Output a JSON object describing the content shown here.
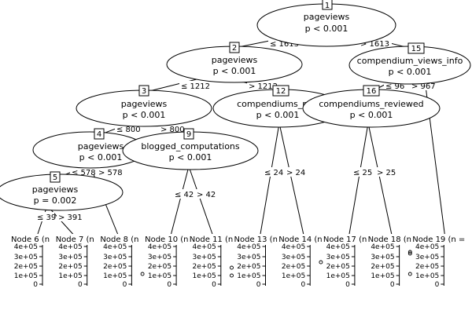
{
  "tree": {
    "inner_nodes": [
      {
        "id": "1",
        "variable": "pageviews",
        "pvalue": "p < 0.001"
      },
      {
        "id": "2",
        "variable": "pageviews",
        "pvalue": "p < 0.001"
      },
      {
        "id": "15",
        "variable": "compendium_views_info",
        "pvalue": "p < 0.001"
      },
      {
        "id": "3",
        "variable": "pageviews",
        "pvalue": "p < 0.001"
      },
      {
        "id": "12",
        "variable": "compendiums_revi",
        "pvalue": "p < 0.001"
      },
      {
        "id": "16",
        "variable": "compendiums_reviewed",
        "pvalue": "p < 0.001"
      },
      {
        "id": "4",
        "variable": "pageviews",
        "pvalue": "p < 0.001"
      },
      {
        "id": "9",
        "variable": "blogged_computations",
        "pvalue": "p < 0.001"
      },
      {
        "id": "5",
        "variable": "pageviews",
        "pvalue": "p = 0.002"
      }
    ],
    "edge_labels": [
      "≤ 1613",
      "> 1613",
      "≤ 1212",
      "> 1212",
      "≤ 96",
      "> 967",
      "≤ 800",
      "> 800",
      "≤ 578",
      "> 578",
      "≤ 42",
      "> 42",
      "≤ 24",
      "> 24",
      "≤ 25",
      "> 25",
      "≤ 39",
      "> 391"
    ],
    "terminal_nodes": [
      {
        "label": "Node 6 (n"
      },
      {
        "label": "Node 7 (n"
      },
      {
        "label": "Node 8 (n"
      },
      {
        "label": "Node 10 (n"
      },
      {
        "label": "Node 11 (n"
      },
      {
        "label": "Node 13 (n"
      },
      {
        "label": "Node 14 (n"
      },
      {
        "label": "Node 17 (n"
      },
      {
        "label": "Node 18 (n"
      },
      {
        "label": "Node 19 (n ="
      }
    ],
    "y_axis_ticks": [
      "4e+05",
      "3e+05",
      "2e+05",
      "1e+05",
      "0"
    ]
  }
}
